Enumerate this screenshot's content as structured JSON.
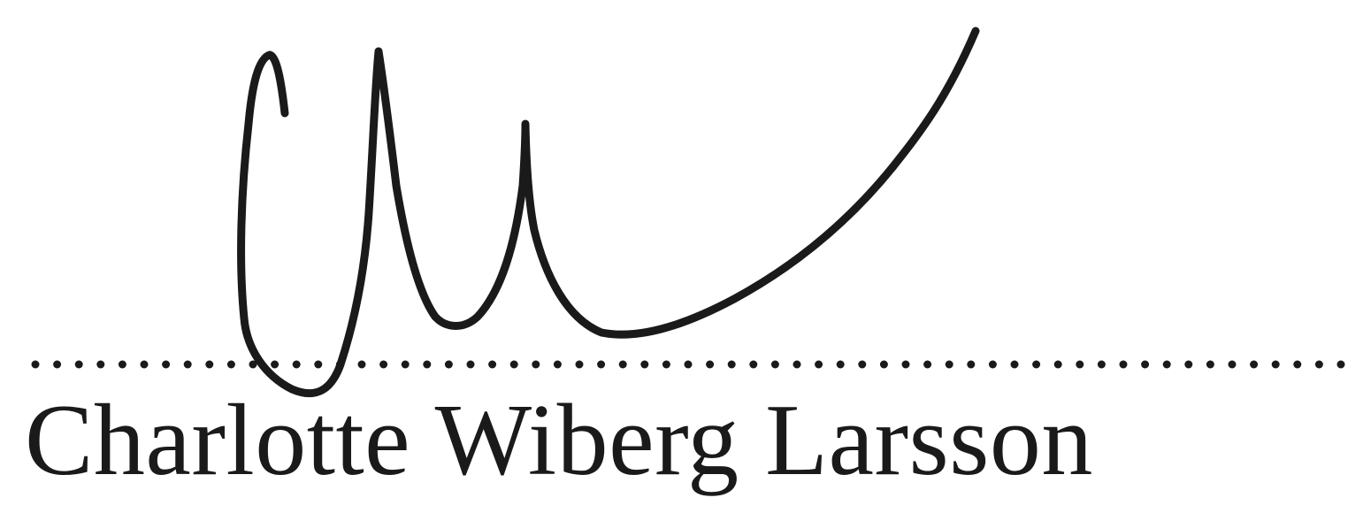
{
  "signature_block": {
    "signatory_name": "Charlotte Wiberg Larsson",
    "ink_color": "#1a1a1a",
    "signature_mark": "handwritten-signature",
    "signature_line_style": "dotted"
  }
}
